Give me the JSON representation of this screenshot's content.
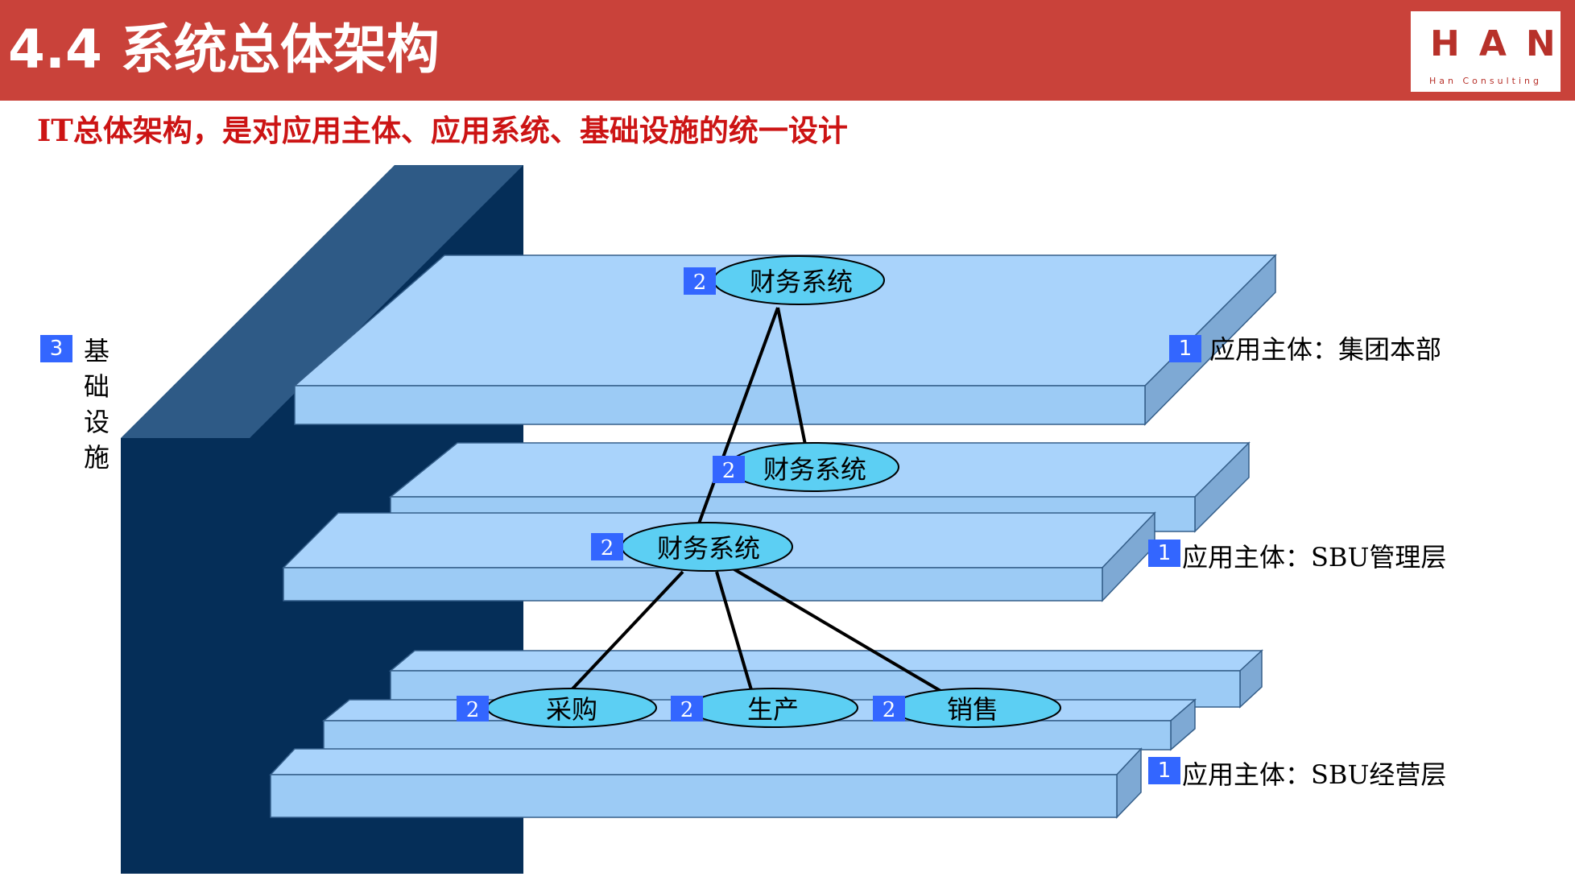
{
  "header": {
    "title": "4.4 系统总体架构",
    "logo_main": "HAN",
    "logo_sub": "Han Consulting"
  },
  "subtitle": "IT总体架构，是对应用主体、应用系统、基础设施的统一设计",
  "infrastructure": {
    "badge": "3",
    "label": "基础设施"
  },
  "layers": [
    {
      "badge": "1",
      "label": "应用主体：集团本部"
    },
    {
      "badge": "1",
      "label": "应用主体：SBU管理层"
    },
    {
      "badge": "1",
      "label": "应用主体：SBU经营层"
    }
  ],
  "systems": {
    "top_finance": {
      "badge": "2",
      "label": "财务系统"
    },
    "mid_finance": {
      "badge": "2",
      "label": "财务系统"
    },
    "sbu_finance": {
      "badge": "2",
      "label": "财务系统"
    },
    "purchase": {
      "badge": "2",
      "label": "采购"
    },
    "production": {
      "badge": "2",
      "label": "生产"
    },
    "sales": {
      "badge": "2",
      "label": "销售"
    }
  },
  "colors": {
    "header_red": "#c9423a",
    "subtitle_red": "#cc1414",
    "badge_blue": "#3366ff",
    "slab_top": "#a9d3fb",
    "slab_front": "#9ccbf5",
    "slab_side": "#7ea9d4",
    "wall_dark": "#052e58",
    "wall_top": "#2e5a86",
    "ellipse_fill": "#5ccff3"
  }
}
